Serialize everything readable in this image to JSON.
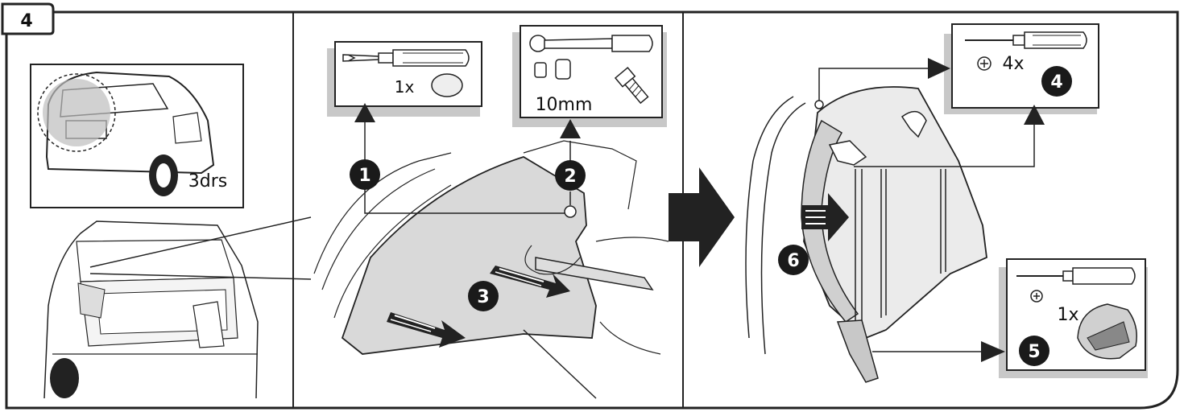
{
  "step_number": "4",
  "panel_left": {
    "door_label": "3drs"
  },
  "panel_middle": {
    "tool_box_1": {
      "quantity": "1x"
    },
    "tool_box_2": {
      "size": "10mm"
    },
    "callouts": [
      "1",
      "2",
      "3"
    ]
  },
  "panel_right": {
    "tool_box_4": {
      "quantity": "4x"
    },
    "tool_box_5": {
      "quantity": "1x"
    },
    "callouts": [
      "4",
      "5",
      "6"
    ]
  },
  "colors": {
    "frame": "#222222",
    "shadow": "#c8c8c8",
    "panel_fill": "#d9d9d9",
    "callout": "#1a1a1a"
  }
}
